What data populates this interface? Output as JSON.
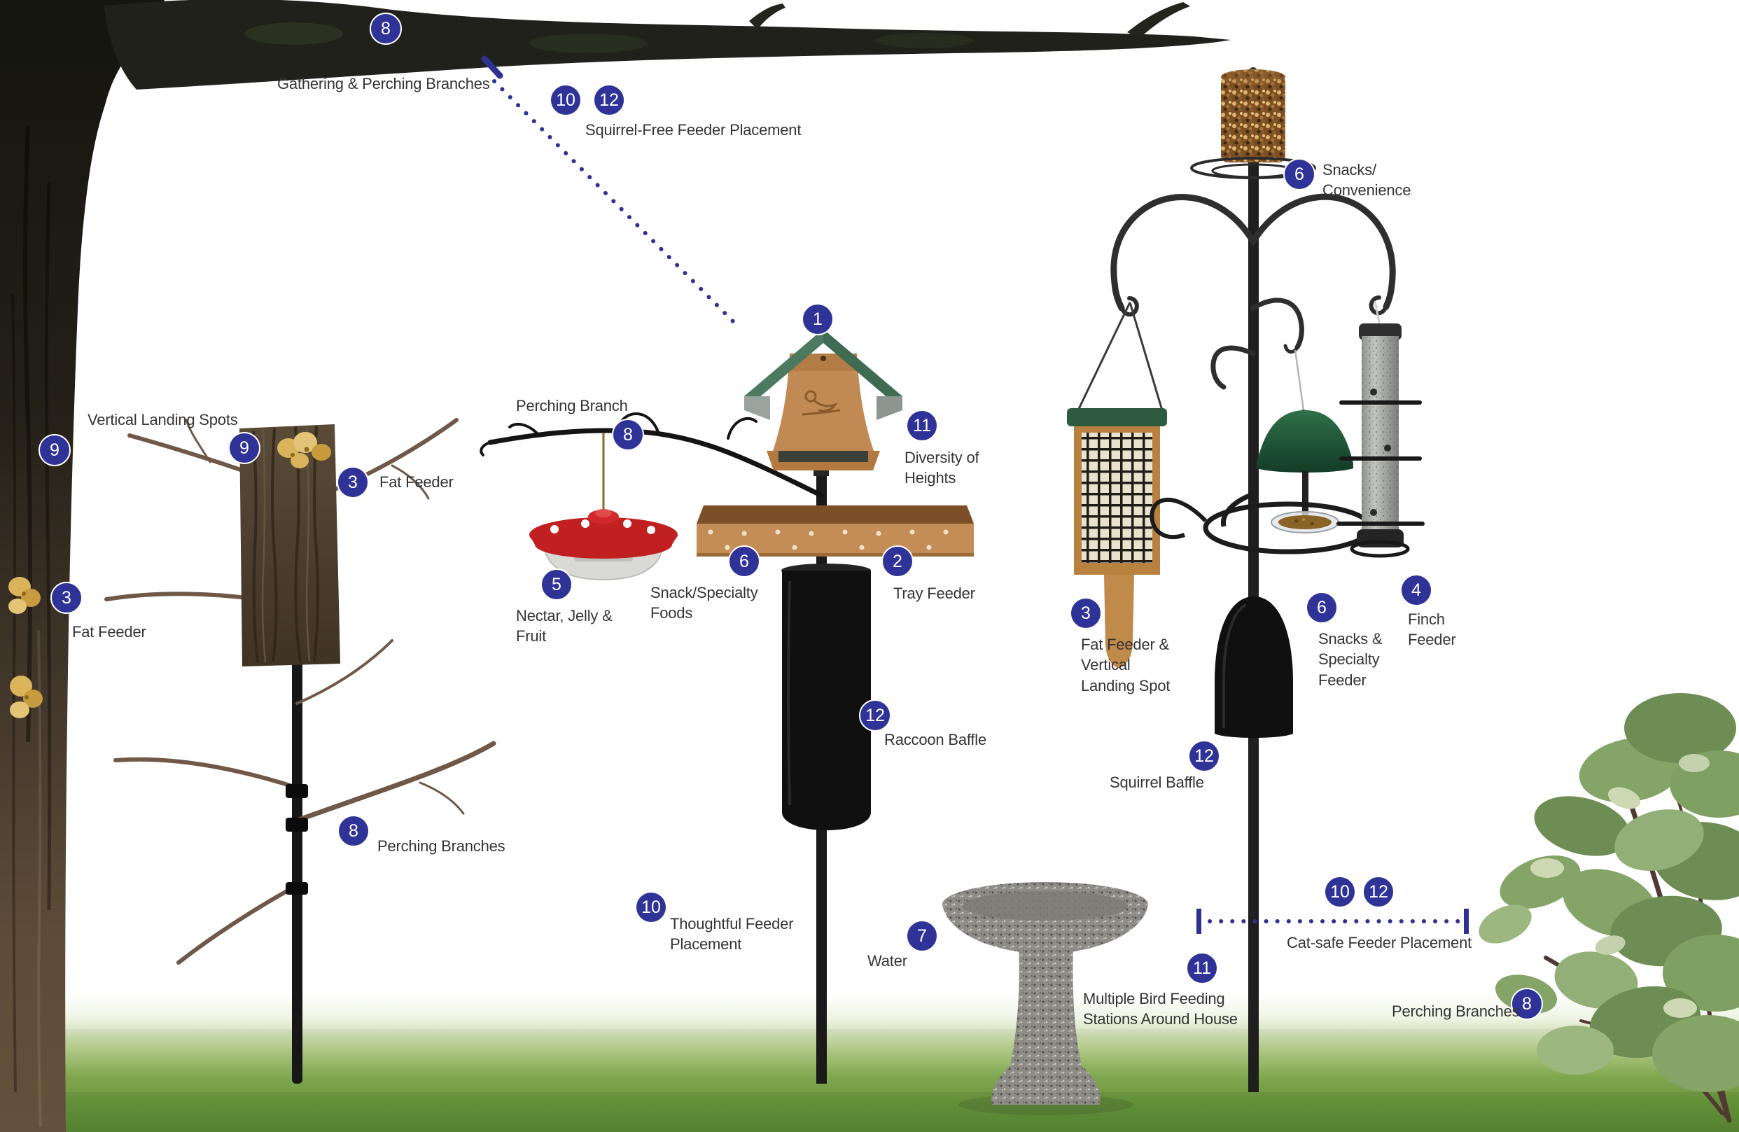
{
  "palette": {
    "badge_blue": "#2f3296",
    "dotted_line_blue": "#2e3192",
    "grass_green": "#6d9a40",
    "roof_green": "#4b7a60",
    "feeder_wood_tan": "#c48d57",
    "nectar_feeder_red": "#d0282c",
    "pole_black": "#1a1a1a"
  },
  "scene_objects": {
    "tree": "oak trunk and gathering branch",
    "left_pole": "branched perching pole with bark fat feeder",
    "center_station": "pole with hopper feeder, perching branch, nectar feeder, tray feeder and raccoon baffle",
    "bird_bath": "granite bird bath",
    "right_station": "multi-hook feeding station with seed cylinder, suet feeder, dish feeder, finch feeder and squirrel baffle",
    "bush": "perching bush"
  },
  "annotations": {
    "gathering": {
      "badge": "8",
      "label": "Gathering & Perching Branches"
    },
    "squirrel_free": {
      "badge_a": "10",
      "badge_b": "12",
      "label": "Squirrel-Free Feeder Placement"
    },
    "vertical_landing_spots": {
      "badge_trunk": "9",
      "badge_bark": "9",
      "label": "Vertical Landing Spots"
    },
    "fat_feeder_bark": {
      "badge": "3",
      "label": "Fat Feeder"
    },
    "fat_feeder_trunk": {
      "badge": "3",
      "label": "Fat Feeder"
    },
    "perching_branch": {
      "badge": "8",
      "label": "Perching Branch"
    },
    "hopper_feeder": {
      "badge": "1"
    },
    "diversity_of_heights": {
      "badge": "11",
      "label": "Diversity of\nHeights"
    },
    "nectar_jelly_fruit": {
      "badge": "5",
      "label": "Nectar, Jelly &\nFruit"
    },
    "snack_specialty_foods": {
      "badge": "6",
      "label": "Snack/Specialty\nFoods"
    },
    "tray_feeder": {
      "badge": "2",
      "label": "Tray Feeder"
    },
    "raccoon_baffle": {
      "badge": "12",
      "label": "Raccoon Baffle"
    },
    "thoughtful_placement": {
      "badge": "10",
      "label": "Thoughtful Feeder\nPlacement"
    },
    "water": {
      "badge": "7",
      "label": "Water"
    },
    "multiple_stations": {
      "badge": "11",
      "label": "Multiple Bird Feeding\nStations Around House"
    },
    "snacks_convenience": {
      "badge": "6",
      "label": "Snacks/\nConvenience"
    },
    "fat_feeder_vertical": {
      "badge": "3",
      "label": "Fat Feeder &\nVertical\nLanding Spot"
    },
    "snacks_specialty_feeder": {
      "badge": "6",
      "label": "Snacks &\nSpecialty\nFeeder"
    },
    "finch_feeder": {
      "badge": "4",
      "label": "Finch\nFeeder"
    },
    "squirrel_baffle": {
      "badge": "12",
      "label": "Squirrel Baffle"
    },
    "perching_branches_left": {
      "badge": "8",
      "label": "Perching Branches"
    },
    "cat_safe": {
      "badge_a": "10",
      "badge_b": "12",
      "label": "Cat-safe Feeder Placement"
    },
    "perching_branches_right": {
      "badge": "8",
      "label": "Perching Branches"
    }
  }
}
